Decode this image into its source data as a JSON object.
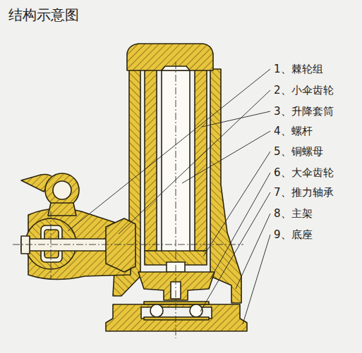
{
  "diagram": {
    "title": "结构示意图",
    "labels": [
      "1、棘轮组",
      "2、小伞齿轮",
      "3、升降套筒",
      "4、螺杆",
      "5、铜螺母",
      "6、大伞齿轮",
      "7、推力轴承",
      "8、主架",
      "9、底座"
    ]
  }
}
